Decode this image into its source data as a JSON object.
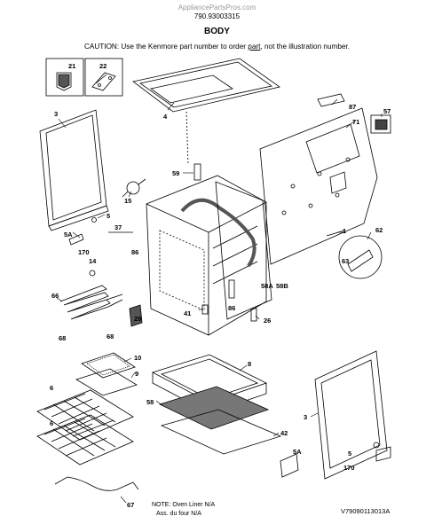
{
  "watermark": "AppliancePartsPros.com",
  "doc_number": "790.93003315",
  "section_title": "BODY",
  "caution": {
    "before": "CAUTION: Use the Kenmore part number to order ",
    "link": "part",
    "after": ", not the illustration number."
  },
  "notes": {
    "oven_liner": "NOTE: Oven Liner N/A",
    "assembly": "Ass. du four N/A"
  },
  "figure_code": "V79090113013A",
  "callouts": {
    "c21": "21",
    "c22": "22",
    "c3a": "3",
    "c4": "4",
    "c87": "87",
    "c71": "71",
    "c57": "57",
    "c59": "59",
    "c15": "15",
    "c5a": "5",
    "c5A1": "5A",
    "c37": "37",
    "c86a": "86",
    "c170a": "170",
    "c14": "14",
    "c62": "62",
    "c63": "63",
    "c1": "1",
    "c66": "66",
    "c58A": "58A",
    "c58B": "58B",
    "c29": "29",
    "c41": "41",
    "c86b": "86",
    "c26": "26",
    "c68a": "68",
    "c68b": "68",
    "c10": "10",
    "c9": "9",
    "c8": "8",
    "c6a": "6",
    "c6b": "6",
    "c58": "58",
    "c42": "42",
    "c3b": "3",
    "c5A2": "5A",
    "c5b": "5",
    "c170b": "170",
    "c67": "67"
  }
}
